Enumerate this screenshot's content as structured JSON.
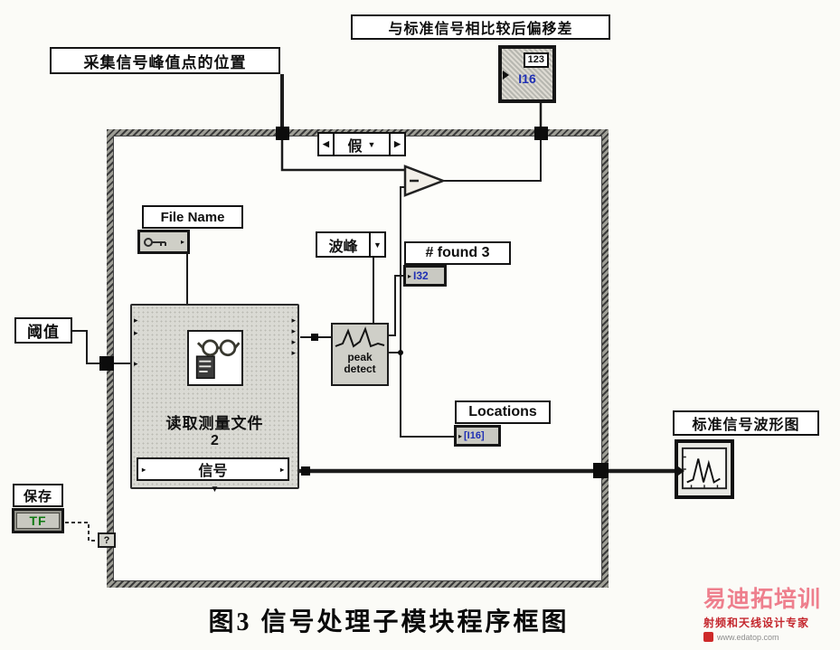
{
  "caption": "图3  信号处理子模块程序框图",
  "labels": {
    "peak_position": "采集信号峰值点的位置",
    "offset": "与标准信号相比较后偏移差",
    "file_name": "File Name",
    "peak_enum": "波峰",
    "found": "# found 3",
    "threshold": "阈值",
    "locations": "Locations",
    "save": "保存",
    "std_waveform": "标准信号波形图"
  },
  "case_structure": {
    "selector_value": "假"
  },
  "indicators": {
    "offset_display": "123",
    "offset_type": "I16",
    "found_type": "I32",
    "locations_type": "[I16]",
    "save_type": "TF"
  },
  "express_vi": {
    "title": "读取测量文件",
    "number": "2",
    "output": "信号"
  },
  "peak_detect": {
    "line1": "peak",
    "line2": "detect"
  },
  "icons": {
    "left_arrow": "◀",
    "right_arrow": "▶",
    "down_arrow": "▼",
    "small_arrow": "▸"
  },
  "misc": {
    "question_mark": "?"
  },
  "watermark": {
    "brand": "易迪拓培训",
    "tagline": "射频和天线设计专家",
    "site": "www.edatop.com"
  },
  "colors": {
    "type_blue": "#1f2fb4",
    "tf_green": "#0f7a12",
    "watermark_pink": "#ee7f8d",
    "watermark_red": "#c4262d"
  }
}
